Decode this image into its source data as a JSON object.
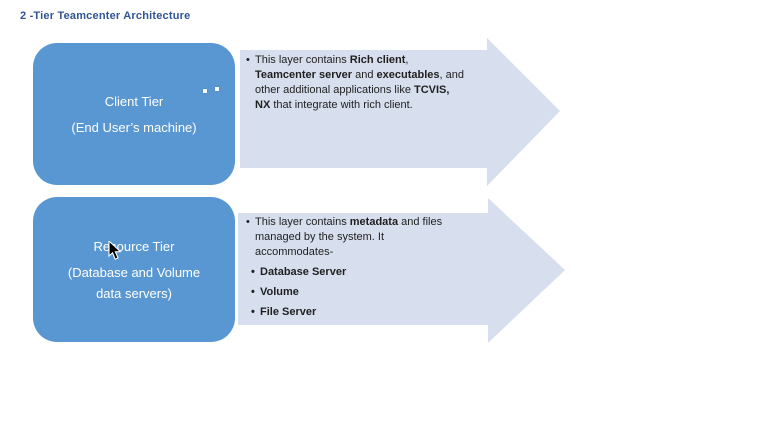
{
  "title": "2 -Tier Teamcenter Architecture",
  "bullet_char": "•",
  "colors": {
    "box_fill": "#5997D3",
    "arrow_fill": "#D7DEED",
    "title_color": "#2F5597",
    "box_text": "#FFFFFF",
    "body_text": "#1F1F1F"
  },
  "tiers": [
    {
      "box": {
        "lines": [
          "Client Tier",
          "(End User’s machine)"
        ]
      },
      "arrow": {
        "segments": [
          {
            "text": "This layer contains ",
            "bold": false
          },
          {
            "text": "Rich client",
            "bold": true
          },
          {
            "text": ",",
            "bold": false,
            "br": true
          },
          {
            "text": "Teamcenter server",
            "bold": true
          },
          {
            "text": " and ",
            "bold": false
          },
          {
            "text": "executables",
            "bold": true
          },
          {
            "text": ", and",
            "bold": false,
            "br": true
          },
          {
            "text": "other additional applications like ",
            "bold": false
          },
          {
            "text": "TCVIS,",
            "bold": true,
            "br": true
          },
          {
            "text": "NX",
            "bold": true
          },
          {
            "text": " that integrate with rich client.",
            "bold": false
          }
        ],
        "sub_bullets": []
      }
    },
    {
      "box": {
        "lines": [
          "Resource Tier",
          "(Database and Volume",
          "data servers)"
        ]
      },
      "arrow": {
        "segments": [
          {
            "text": "This layer contains ",
            "bold": false
          },
          {
            "text": "metadata",
            "bold": true
          },
          {
            "text": " and files",
            "bold": false,
            "br": true
          },
          {
            "text": "managed by the system. It",
            "bold": false,
            "br": true
          },
          {
            "text": "accommodates-",
            "bold": false
          }
        ],
        "sub_bullets": [
          "Database Server",
          "Volume",
          "File Server"
        ]
      }
    }
  ]
}
